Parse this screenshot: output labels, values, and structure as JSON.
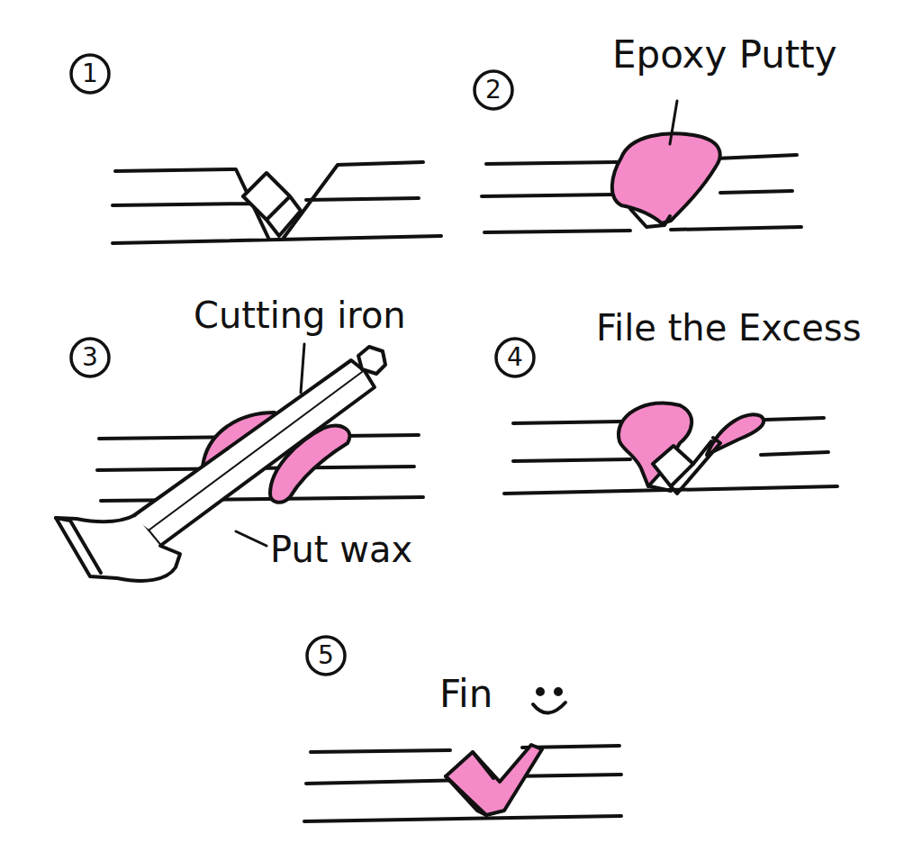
{
  "diagram": {
    "nodes": [
      {
        "text": [
          "1"
        ]
      },
      {
        "text": [
          "2"
        ]
      },
      {
        "text": [
          "3"
        ]
      },
      {
        "text": [
          "4"
        ]
      },
      {
        "text": [
          "5"
        ]
      }
    ],
    "labels": [
      "Epoxy Putty",
      "Cutting iron",
      "Put wax",
      "File the Excess",
      "Fin"
    ]
  }
}
